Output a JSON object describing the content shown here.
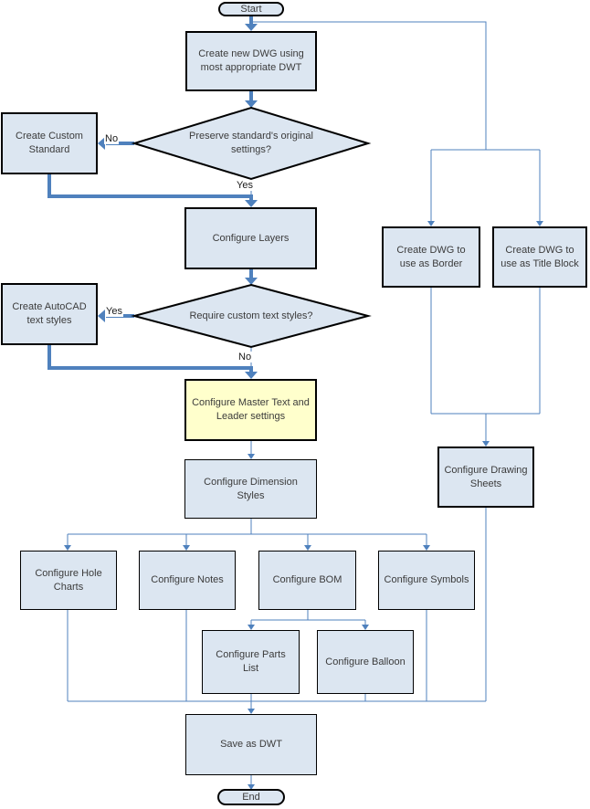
{
  "diagram": {
    "title": "AutoCAD DWT template creation flowchart",
    "colors": {
      "node_fill": "#dce6f1",
      "highlight_fill": "#ffffcc",
      "node_border": "#000000",
      "connector": "#4f81bd",
      "text": "#3b3b3b"
    },
    "nodes": {
      "start": {
        "label": "Start",
        "type": "terminator"
      },
      "create_new_dwg": {
        "label": "Create new DWG using most appropriate DWT",
        "type": "process"
      },
      "preserve_settings": {
        "label": "Preserve standard's original settings?",
        "type": "decision"
      },
      "create_custom_standard": {
        "label": "Create Custom Standard",
        "type": "process"
      },
      "configure_layers": {
        "label": "Configure Layers",
        "type": "process"
      },
      "require_custom_text": {
        "label": "Require custom text styles?",
        "type": "decision"
      },
      "create_autocad_text_styles": {
        "label": "Create AutoCAD text styles",
        "type": "process"
      },
      "configure_master_text": {
        "label": "Configure Master Text and Leader settings",
        "type": "process-highlighted"
      },
      "configure_dimension_styles": {
        "label": "Configure Dimension Styles",
        "type": "process"
      },
      "configure_hole_charts": {
        "label": "Configure Hole Charts",
        "type": "process"
      },
      "configure_notes": {
        "label": "Configure Notes",
        "type": "process"
      },
      "configure_bom": {
        "label": "Configure BOM",
        "type": "process"
      },
      "configure_symbols": {
        "label": "Configure Symbols",
        "type": "process"
      },
      "configure_parts_list": {
        "label": "Configure Parts List",
        "type": "process"
      },
      "configure_balloon": {
        "label": "Configure Balloon",
        "type": "process"
      },
      "create_dwg_border": {
        "label": "Create DWG to use as Border",
        "type": "process"
      },
      "create_dwg_title_block": {
        "label": "Create DWG to use as Title Block",
        "type": "process"
      },
      "configure_drawing_sheets": {
        "label": "Configure Drawing Sheets",
        "type": "process"
      },
      "save_as_dwt": {
        "label": "Save as DWT",
        "type": "process"
      },
      "end": {
        "label": "End",
        "type": "terminator"
      }
    },
    "edge_labels": {
      "preserve_no": "No",
      "preserve_yes": "Yes",
      "require_yes": "Yes",
      "require_no": "No"
    }
  }
}
